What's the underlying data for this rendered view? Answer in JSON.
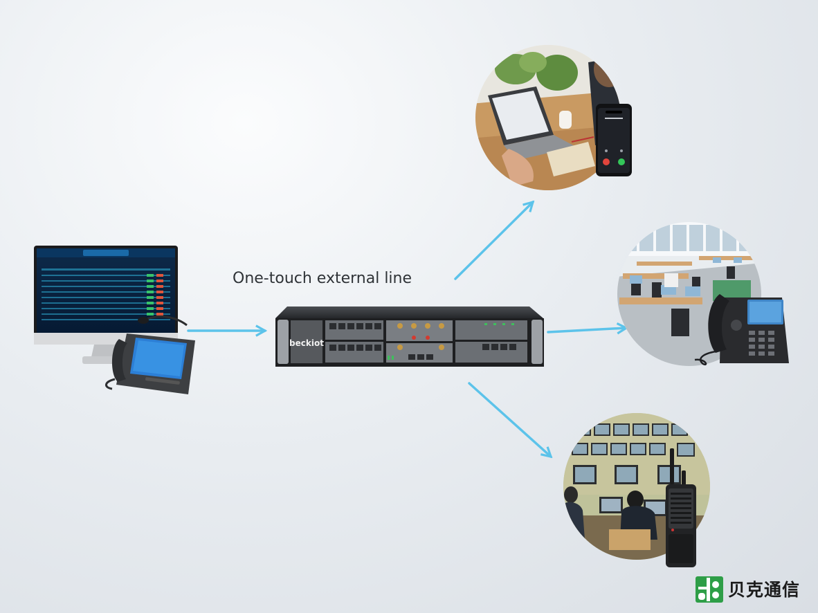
{
  "caption": "One-touch external line",
  "device": {
    "brand_label": "beckiot"
  },
  "brand": {
    "name": "贝克通信",
    "logo_color": "#2e9e47"
  },
  "colors": {
    "arrow": "#5cc3ea",
    "background": "#e6eaee"
  },
  "nodes": {
    "source": {
      "items": [
        "monitor-icon",
        "desk-phone-icon"
      ]
    },
    "hub": {
      "items": [
        "gateway-device-icon"
      ]
    },
    "targets": [
      {
        "id": "mobile-user",
        "items": [
          "laptop-icon",
          "mobile-phone-icon"
        ]
      },
      {
        "id": "office-desk-phone",
        "items": [
          "office-photo",
          "ip-phone-icon"
        ]
      },
      {
        "id": "control-room-radio",
        "items": [
          "control-room-photo",
          "walkie-talkie-icon"
        ]
      }
    ]
  },
  "edges": [
    {
      "from": "source",
      "to": "hub"
    },
    {
      "from": "hub",
      "to": "mobile-user"
    },
    {
      "from": "hub",
      "to": "office-desk-phone"
    },
    {
      "from": "hub",
      "to": "control-room-radio"
    }
  ]
}
